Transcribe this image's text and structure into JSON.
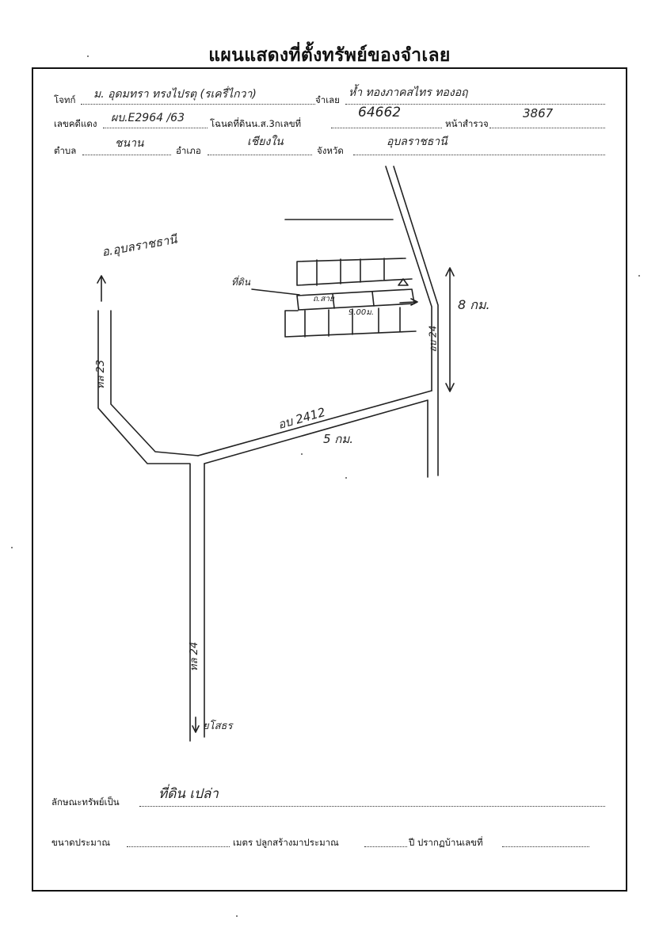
{
  "title": "แผนแสดงที่ตั้งทรัพย์ของจำเลย",
  "form": {
    "plaintiff_label": "โจทก์",
    "plaintiff_value": "ม. อุดมทรา ทรงไปรตุ (รเครื่ไกวา)",
    "defendant_label": "จำเลย",
    "defendant_value": "ห้ำ ทองภาคสไทร ทองอฤ",
    "case_no_label": "เลขคดีแดง",
    "case_no_value": "ผบ.E2964 /63",
    "deed_label": "โฉนดที่ดินน.ส.3กเลขที่",
    "deed_value": "64662",
    "survey_page_label": "หน้าสำรวจ",
    "survey_page_value": "3867",
    "subdistrict_label": "ตำบล",
    "subdistrict_value": "ชนาน",
    "district_label": "อำเภอ",
    "district_value": "เชียงใน",
    "province_label": "จังหวัด",
    "province_value": "อุบลราชธานี",
    "property_type_label": "ลักษณะทรัพย์เป็น",
    "property_type_value": "ที่ดิน เปล่า",
    "bottom_line": {
      "size_label": "ขนาดประมาณ",
      "meter_label": "เมตร ปลูกสร้างมาประมาณ",
      "year_label": "ปี ปรากฏบ้านเลขที่"
    }
  },
  "map_labels": {
    "north_dest": "อ.อุบลราชธานี",
    "land_mark": "ที่ดิน",
    "small_road": "ถ.สาย",
    "frontage": "9.00ม.",
    "distance_8km": "8 กม.",
    "road_23": "ทล 23",
    "road_2412": "อบ 2412",
    "distance_5km": "5 กม.",
    "road_24": "อบ 24",
    "road_24_v": "ทล 24",
    "south_dest": "ยโสธร"
  }
}
